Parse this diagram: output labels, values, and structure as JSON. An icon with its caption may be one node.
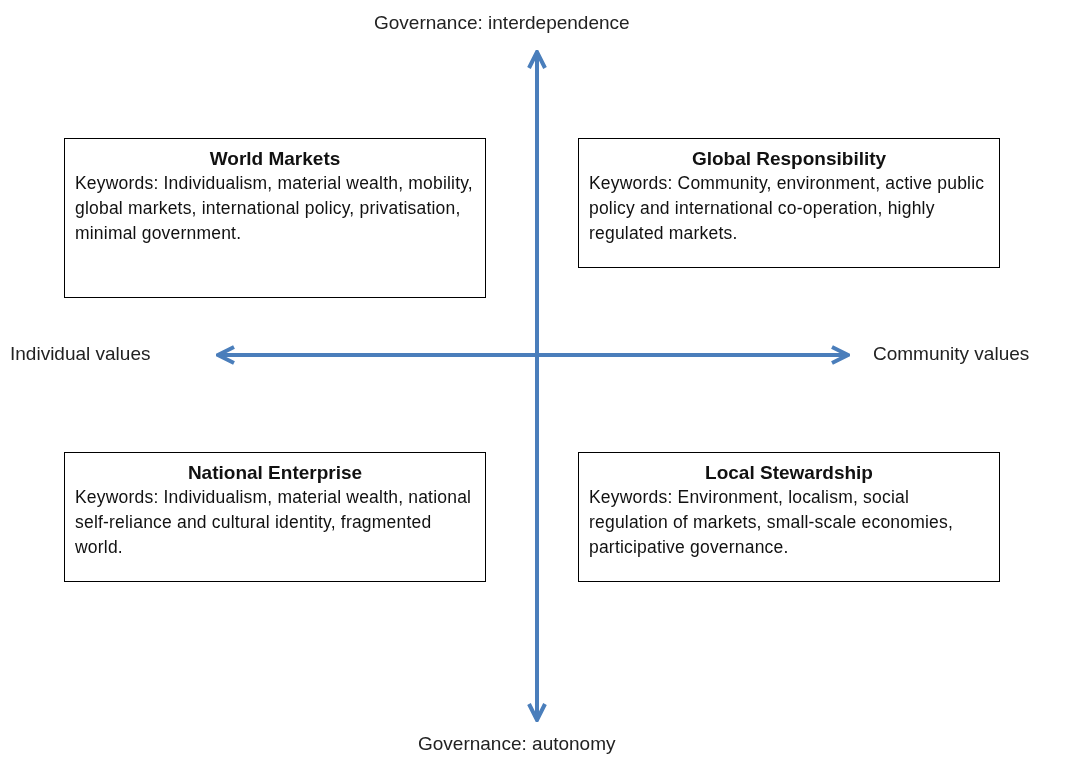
{
  "diagram": {
    "nodes": [
      {
        "text": [
          "World Markets",
          "Keywords: Individualism, material wealth, mobility, global markets, international policy, privatisation, minimal government."
        ]
      },
      {
        "text": [
          "Global Responsibility",
          "Keywords: Community, environment, active public policy and international co-operation, highly regulated markets."
        ]
      },
      {
        "text": [
          "National Enterprise",
          "Keywords: Individualism, material wealth, national self-reliance and cultural identity, fragmented world."
        ]
      },
      {
        "text": [
          "Local Stewardship",
          "Keywords: Environment, localism, social regulation of markets, small-scale economies, participative governance."
        ]
      }
    ],
    "labels": [
      "Governance: interdependence",
      "Individual values",
      "Community values",
      "Governance: autonomy"
    ]
  }
}
